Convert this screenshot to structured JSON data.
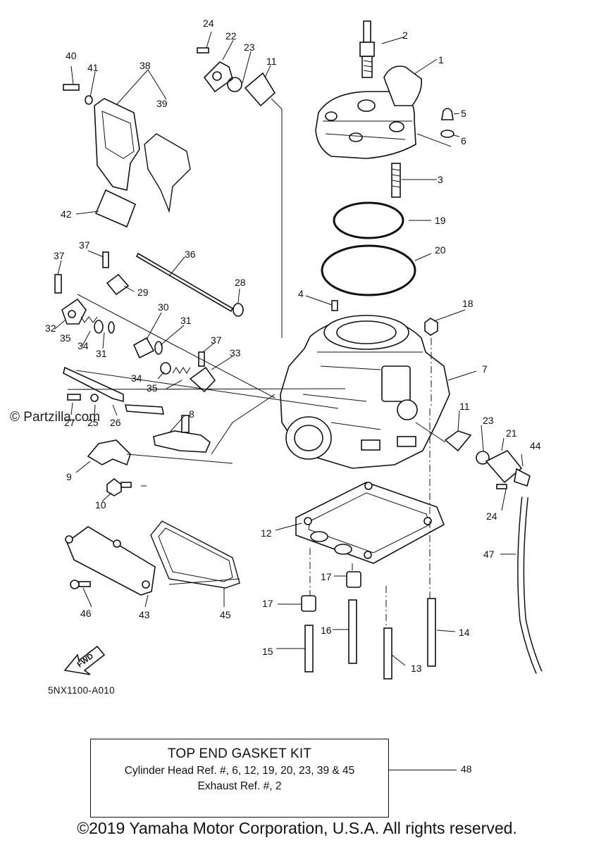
{
  "watermark": "© Partzilla.com",
  "diagram_code": "5NX1100-A010",
  "fwd_label": "FWD",
  "kit": {
    "ref_number": "48",
    "title": "TOP END GASKET KIT",
    "line1": "Cylinder Head Ref. #, 6, 12, 19, 20, 23, 39 & 45",
    "line2": "Exhaust Ref. #, 2"
  },
  "copyright": "©2019 Yamaha Motor Corporation, U.S.A. All rights reserved.",
  "callouts": [
    {
      "id": "c1",
      "num": "1"
    },
    {
      "id": "c2",
      "num": "2"
    },
    {
      "id": "c3",
      "num": "3"
    },
    {
      "id": "c4",
      "num": "4"
    },
    {
      "id": "c5",
      "num": "5"
    },
    {
      "id": "c6",
      "num": "6"
    },
    {
      "id": "c7",
      "num": "7"
    },
    {
      "id": "c8",
      "num": "8"
    },
    {
      "id": "c9",
      "num": "9"
    },
    {
      "id": "c10",
      "num": "10"
    },
    {
      "id": "c11a",
      "num": "11"
    },
    {
      "id": "c11b",
      "num": "11"
    },
    {
      "id": "c12",
      "num": "12"
    },
    {
      "id": "c13",
      "num": "13"
    },
    {
      "id": "c14",
      "num": "14"
    },
    {
      "id": "c15",
      "num": "15"
    },
    {
      "id": "c16",
      "num": "16"
    },
    {
      "id": "c17a",
      "num": "17"
    },
    {
      "id": "c17b",
      "num": "17"
    },
    {
      "id": "c18",
      "num": "18"
    },
    {
      "id": "c19",
      "num": "19"
    },
    {
      "id": "c20",
      "num": "20"
    },
    {
      "id": "c21",
      "num": "21"
    },
    {
      "id": "c22",
      "num": "22"
    },
    {
      "id": "c23a",
      "num": "23"
    },
    {
      "id": "c23b",
      "num": "23"
    },
    {
      "id": "c24a",
      "num": "24"
    },
    {
      "id": "c24b",
      "num": "24"
    },
    {
      "id": "c25",
      "num": "25"
    },
    {
      "id": "c26",
      "num": "26"
    },
    {
      "id": "c27",
      "num": "27"
    },
    {
      "id": "c28",
      "num": "28"
    },
    {
      "id": "c29",
      "num": "29"
    },
    {
      "id": "c30",
      "num": "30"
    },
    {
      "id": "c31a",
      "num": "31"
    },
    {
      "id": "c31b",
      "num": "31"
    },
    {
      "id": "c32",
      "num": "32"
    },
    {
      "id": "c33",
      "num": "33"
    },
    {
      "id": "c34a",
      "num": "34"
    },
    {
      "id": "c34b",
      "num": "34"
    },
    {
      "id": "c35a",
      "num": "35"
    },
    {
      "id": "c35b",
      "num": "35"
    },
    {
      "id": "c36",
      "num": "36"
    },
    {
      "id": "c37a",
      "num": "37"
    },
    {
      "id": "c37b",
      "num": "37"
    },
    {
      "id": "c37c",
      "num": "37"
    },
    {
      "id": "c38",
      "num": "38"
    },
    {
      "id": "c39",
      "num": "39"
    },
    {
      "id": "c40",
      "num": "40"
    },
    {
      "id": "c41",
      "num": "41"
    },
    {
      "id": "c42",
      "num": "42"
    },
    {
      "id": "c43",
      "num": "43"
    },
    {
      "id": "c44",
      "num": "44"
    },
    {
      "id": "c45",
      "num": "45"
    },
    {
      "id": "c46",
      "num": "46"
    },
    {
      "id": "c47",
      "num": "47"
    }
  ]
}
